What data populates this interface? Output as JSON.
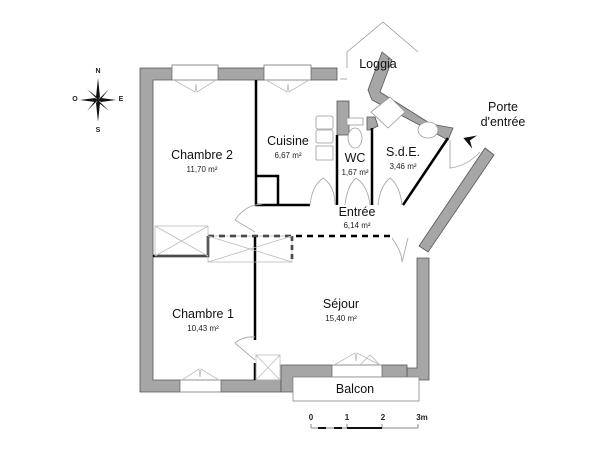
{
  "plan": {
    "rooms": [
      {
        "id": "chambre-2",
        "name": "Chambre 2",
        "area": "11,70 m²"
      },
      {
        "id": "cuisine",
        "name": "Cuisine",
        "area": "6,67 m²"
      },
      {
        "id": "wc",
        "name": "WC",
        "area": "1,67 m²"
      },
      {
        "id": "sde",
        "name": "S.d.E.",
        "area": "3,46 m²"
      },
      {
        "id": "entree",
        "name": "Entrée",
        "area": "6,14 m²"
      },
      {
        "id": "chambre-1",
        "name": "Chambre 1",
        "area": "10,43 m²"
      },
      {
        "id": "sejour",
        "name": "Séjour",
        "area": "15,40 m²"
      }
    ],
    "exterior": {
      "loggia": "Loggia",
      "balcon": "Balcon",
      "porte_entree_line1": "Porte",
      "porte_entree_line2": "d'entrée"
    },
    "compass": {
      "north": "N",
      "south": "S",
      "east": "E",
      "west": "O"
    },
    "scale": {
      "ticks": [
        "0",
        "1",
        "2",
        "3m"
      ]
    },
    "colors": {
      "wall_fill": "#a6a6a6",
      "wall_stroke": "#555555",
      "partition": "#000000",
      "fixture": "#999999",
      "background": "#ffffff"
    }
  }
}
